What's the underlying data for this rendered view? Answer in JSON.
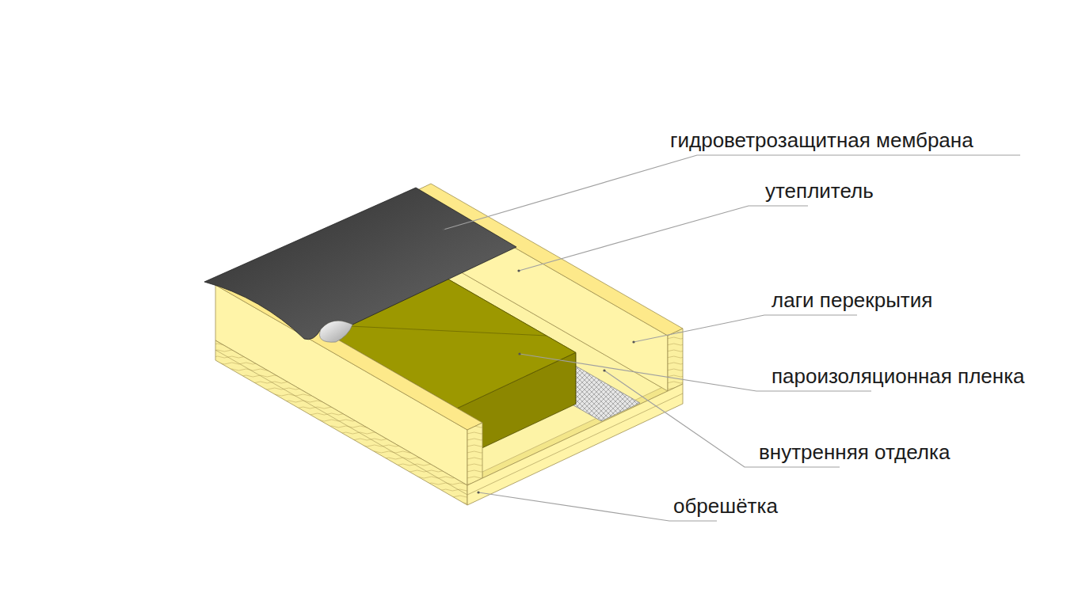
{
  "diagram": {
    "labels": [
      "гидроветрозащитная мембрана",
      "утеплитель",
      "лаги перекрытия",
      "пароизоляционная пленка",
      "внутренняя отделка",
      "обрешётка"
    ]
  }
}
